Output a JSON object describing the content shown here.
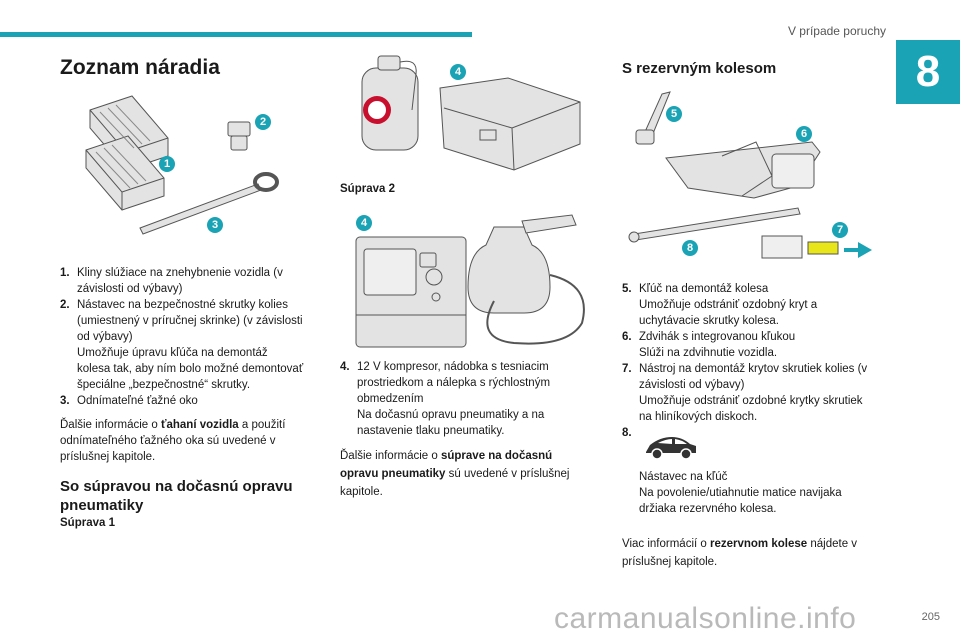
{
  "header": {
    "section_title": "V prípade poruchy",
    "chapter": "8"
  },
  "col1": {
    "title": "Zoznam náradia",
    "items": [
      {
        "num": "1.",
        "lines": [
          "Kliny slúžiace na znehybnenie vozidla (v",
          "závislosti od výbavy)"
        ]
      },
      {
        "num": "2.",
        "lines": [
          "Nástavec na bezpečnostné skrutky kolies",
          "(umiestnený v príručnej skrinke) (v závislosti",
          "od výbavy)",
          "Umožňuje úpravu kľúča na demontáž",
          "kolesa tak, aby ním bolo možné demontovať",
          "špeciálne „bezpečnostné“ skrutky."
        ]
      },
      {
        "num": "3.",
        "lines": [
          "Odnímateľné ťažné oko"
        ]
      }
    ],
    "para1": {
      "pre": "Ďalšie informácie o ",
      "bold": "ťahaní vozidla",
      "post": " a použití odnímateľného ťažného oka sú uvedené v príslušnej kapitole."
    },
    "section2_title": "So súpravou na dočasnú opravu pneumatiky",
    "kit1_label": "Súprava 1",
    "figure_badges": [
      "1",
      "2",
      "3"
    ]
  },
  "col2": {
    "kit2_label": "Súprava 2",
    "item4": {
      "num": "4.",
      "lines": [
        "12 V kompresor, nádobka s tesniacim",
        "prostriedkom a nálepka s rýchlostným",
        "obmedzením",
        "Na dočasnú opravu pneumatiky a na",
        "nastavenie tlaku pneumatiky."
      ]
    },
    "para": {
      "pre": "Ďalšie informácie o ",
      "bold": "súprave na dočasnú opravu pneumatiky",
      "post": " sú uvedené v príslušnej kapitole."
    },
    "figure_badges": [
      "4",
      "4"
    ]
  },
  "col3": {
    "title": "S rezervným kolesom",
    "items": [
      {
        "num": "5.",
        "lines": [
          "Kľúč na demontáž kolesa",
          "Umožňuje odstrániť ozdobný kryt a",
          "uchytávacie skrutky kolesa."
        ]
      },
      {
        "num": "6.",
        "lines": [
          "Zdvihák s integrovanou kľukou",
          "Slúži na zdvihnutie vozidla."
        ]
      },
      {
        "num": "7.",
        "lines": [
          "Nástroj na demontáž krytov skrutiek kolies (v",
          "závislosti od výbavy)",
          "Umožňuje odstrániť ozdobné krytky skrutiek",
          "na hliníkových diskoch."
        ]
      }
    ],
    "item8": {
      "num": "8.",
      "lines": [
        "Nástavec na kľúč",
        "Na povolenie/utiahnutie matice navijaka",
        "držiaka rezervného kolesa."
      ]
    },
    "para": {
      "pre": "Viac informácií o ",
      "bold": "rezervnom kolese",
      "post": " nájdete v príslušnej kapitole."
    },
    "figure_badges": [
      "5",
      "6",
      "7",
      "8"
    ]
  },
  "footer": {
    "page_number": "205",
    "watermark": "carmanualsonline.info"
  },
  "colors": {
    "accent": "#1aa3b4",
    "sticker": "#c8102e",
    "highlight": "#e8e51a"
  }
}
